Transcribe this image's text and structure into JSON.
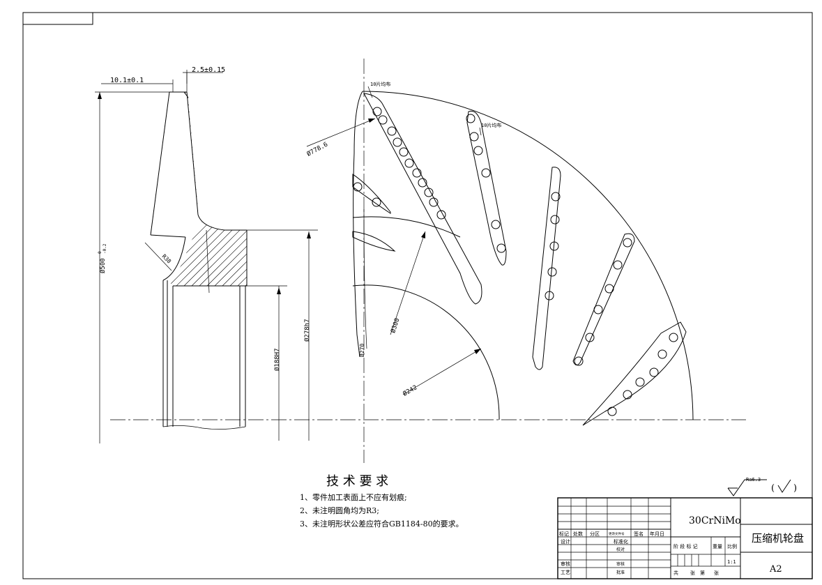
{
  "dimensions": {
    "width_top": "10.1±0.1",
    "thickness_top": "2.5±0.15",
    "od_outer": "Ø500",
    "od_tolerance_upper": "0",
    "od_tolerance_lower": "-0.2",
    "bore_diameter": "Ø188H7",
    "hub_diameter": "Ø278h7",
    "fillet_radius": "R38",
    "blade_pattern_1": "10片均布",
    "blade_pattern_2": "10片均布",
    "dia_778": "Ø778.6",
    "dia_300": "Ø300",
    "dia_242": "Ø242",
    "dia_270": "Ø270"
  },
  "requirements": {
    "heading": "技 术 要 求",
    "items": [
      "1、零件加工表面上不应有划痕;",
      "2、未注明圆角均为R3;",
      "3、未注明形状公差应符合GB1184-80的要求。"
    ]
  },
  "surface_finish": {
    "value": "Ra6.3",
    "suffix_open": "(",
    "suffix_close": ")"
  },
  "title_block": {
    "material": "30CrNiMo",
    "part_name": "压缩机轮盘",
    "drawing_size": "A2",
    "scale": "1:1",
    "headers": [
      "标记",
      "处数",
      "分区",
      "更改文件号",
      "签名",
      "年月日"
    ],
    "row_labels": [
      "设计",
      "审核",
      "工艺"
    ],
    "mid_labels": [
      "标准化",
      "校对",
      "审核",
      "批准"
    ],
    "stage_label": "阶 段 标 记",
    "weight_label": "重量",
    "scale_label": "比例",
    "sheet_label_1": "共",
    "sheet_label_2": "张",
    "sheet_label_3": "第",
    "sheet_label_4": "张"
  }
}
